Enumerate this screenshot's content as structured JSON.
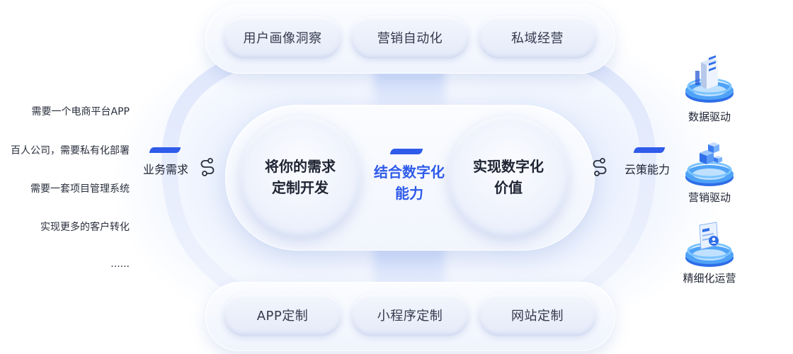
{
  "left_list": {
    "items": [
      "需要一个电商平台APP",
      "百人公司，需要私有化部署",
      "需要一套项目管理系统",
      "实现更多的客户转化",
      "......"
    ]
  },
  "left_label": "业务需求",
  "right_label": "云策能力",
  "top_row": {
    "items": [
      "用户画像洞察",
      "营销自动化",
      "私域经营"
    ]
  },
  "bottom_row": {
    "items": [
      "APP定制",
      "小程序定制",
      "网站定制"
    ]
  },
  "core": {
    "left_circle_line1": "将你的需求",
    "left_circle_line2": "定制开发",
    "center_line1": "结合数字化",
    "center_line2": "能力",
    "right_circle_line1": "实现数字化",
    "right_circle_line2": "价值"
  },
  "drivers": {
    "items": [
      {
        "label": "数据驱动",
        "icon": "server-platform-icon"
      },
      {
        "label": "营销驱动",
        "icon": "cubes-platform-icon"
      },
      {
        "label": "精细化运营",
        "icon": "document-user-platform-icon"
      }
    ]
  },
  "colors": {
    "accent": "#2f5bea",
    "text": "#1f2433",
    "soft_blue": "#e4eaf8"
  }
}
